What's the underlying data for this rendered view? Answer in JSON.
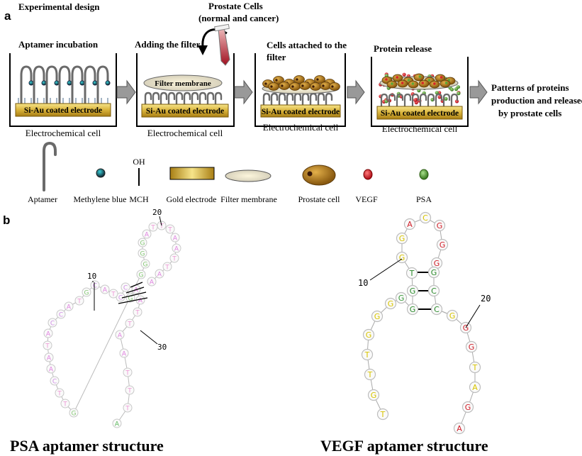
{
  "panel_a": {
    "label": "a",
    "header": "Experimental design",
    "prostate_cells": [
      "Prostate Cells",
      "(normal and cancer)"
    ],
    "steps": [
      {
        "title": [
          "Aptamer incubation"
        ],
        "electrode": "Si-Au coated electrode",
        "cell": "Electrochemical cell"
      },
      {
        "title": [
          "Adding the filter"
        ],
        "electrode": "Si-Au coated electrode",
        "cell": "Electrochemical cell",
        "membrane": "Filter membrane"
      },
      {
        "title": [
          "Cells attached to the",
          "filter"
        ],
        "electrode": "Si-Au coated electrode",
        "cell": "Electrochemical cell"
      },
      {
        "title": [
          "Protein release"
        ],
        "electrode": "Si-Au coated electrode",
        "cell": "Electrochemical cell"
      }
    ],
    "outcome": [
      "Patterns of proteins",
      "production and released",
      "by prostate cells"
    ],
    "legend": {
      "mch_formula": "OH",
      "items": [
        "Aptamer",
        "Methylene blue",
        "MCH",
        "Gold electrode",
        "Filter membrane",
        "Prostate cell",
        "VEGF",
        "PSA"
      ]
    },
    "colors": {
      "gold": "#c9a52a",
      "gold_light": "#f2da6e",
      "vegf": "#d6242b",
      "psa": "#5aa83a",
      "cell": "#a8741c",
      "aptamer": "#555555"
    }
  },
  "panel_b": {
    "label": "b",
    "psa": {
      "caption": "PSA aptamer structure",
      "index_labels": [
        "10",
        "20",
        "30"
      ],
      "letters": [
        "A",
        "T",
        "T",
        "T",
        "A",
        "A",
        "T",
        "T",
        "A",
        "A",
        "G",
        "C",
        "C",
        "T",
        "A",
        "C",
        "G",
        "T",
        "A",
        "C",
        "C",
        "A",
        "T",
        "A",
        "A",
        "C",
        "T",
        "T",
        "G",
        "G",
        "G",
        "G",
        "G"
      ],
      "colors": {
        "A": "#e080e0",
        "T": "#ee9ad6",
        "C": "#d090e6",
        "G": "#88c878",
        "T2": "#78c0c0"
      }
    },
    "vegf": {
      "caption": "VEGF aptamer structure",
      "index_labels": [
        "10",
        "20"
      ],
      "letters": [
        "T",
        "G",
        "T",
        "G",
        "G",
        "G",
        "T",
        "G",
        "G",
        "G",
        "A",
        "C",
        "G",
        "G",
        "G",
        "C",
        "C",
        "G",
        "G",
        "G",
        "T",
        "A",
        "G",
        "A"
      ],
      "colors": {
        "G": "#d8c400",
        "T": "#3a9a3a",
        "A": "#d0202a",
        "C": "#2a8a2a",
        "G2": "#d0202a"
      }
    }
  }
}
